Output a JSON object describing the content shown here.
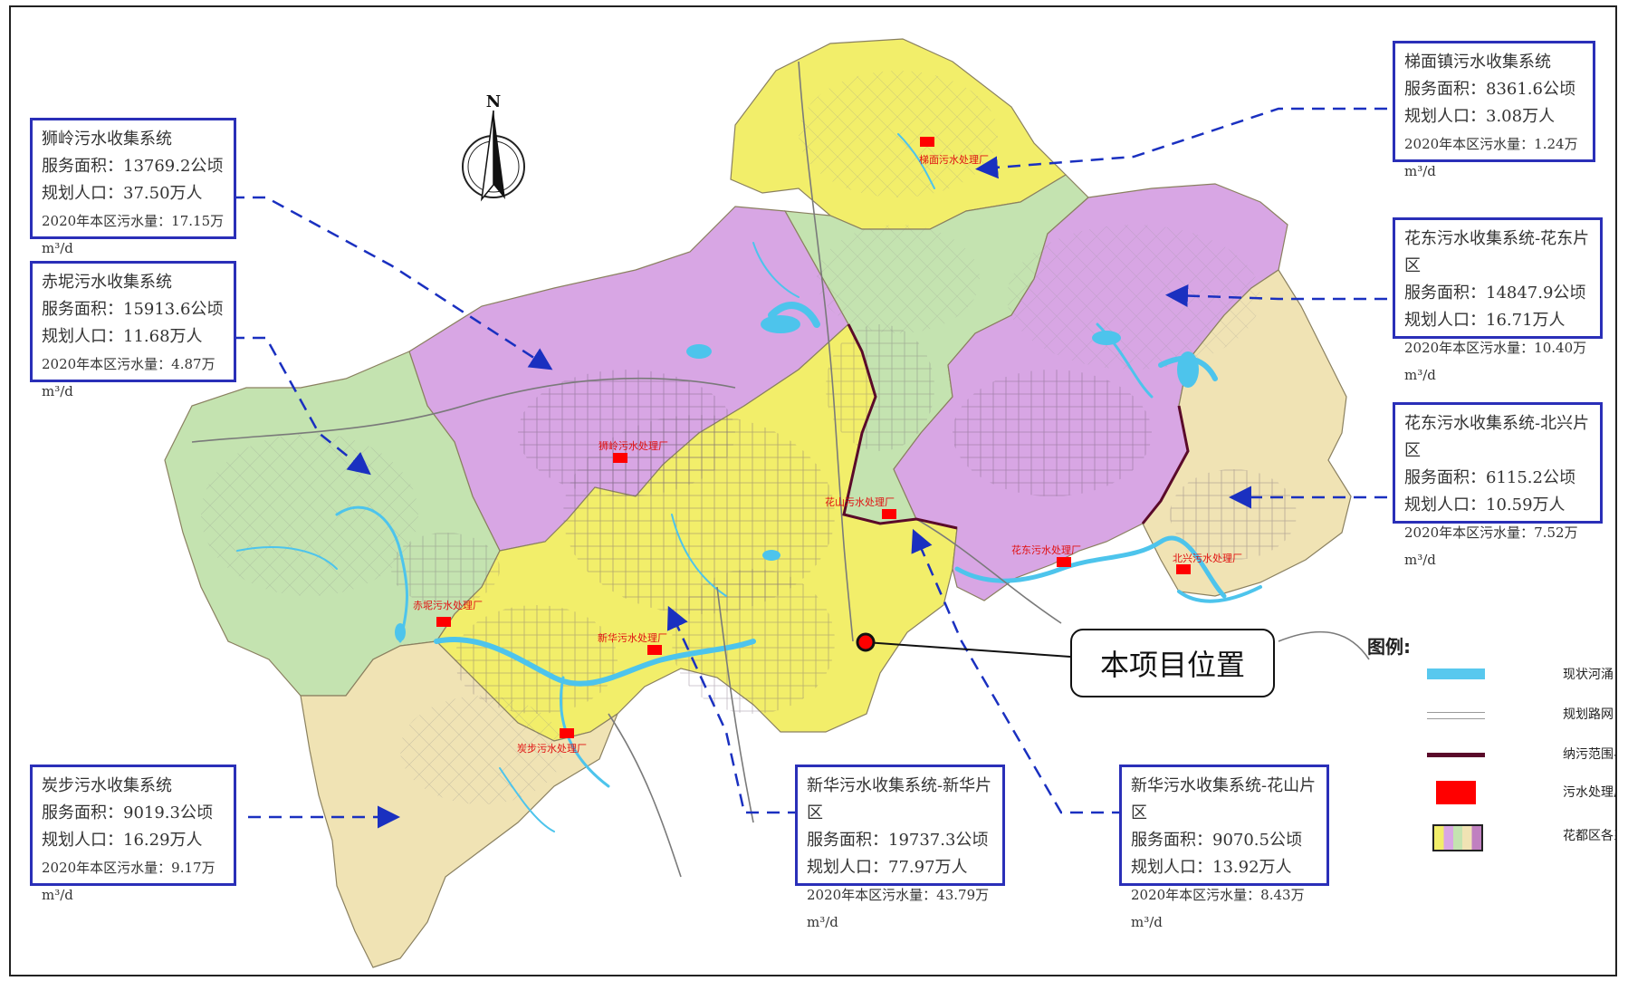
{
  "compass": {
    "north_label": "N"
  },
  "systems": [
    {
      "key": "shiling",
      "title": "狮岭污水收集系统",
      "area": "服务面积：13769.2公顷",
      "population": "规划人口：37.50万人",
      "sewage": "2020年本区污水量：17.15万m³/d"
    },
    {
      "key": "chini",
      "title": "赤坭污水收集系统",
      "area": "服务面积：15913.6公顷",
      "population": "规划人口：11.68万人",
      "sewage": "2020年本区污水量：4.87万m³/d"
    },
    {
      "key": "tanbu",
      "title": "炭步污水收集系统",
      "area": "服务面积：9019.3公顷",
      "population": "规划人口：16.29万人",
      "sewage": "2020年本区污水量：9.17万m³/d"
    },
    {
      "key": "timian",
      "title": "梯面镇污水收集系统",
      "area": "服务面积：8361.6公顷",
      "population": "规划人口：3.08万人",
      "sewage": "2020年本区污水量：1.24万m³/d"
    },
    {
      "key": "huadong",
      "title": "花东污水收集系统-花东片区",
      "area": "服务面积：14847.9公顷",
      "population": "规划人口：16.71万人",
      "sewage": "2020年本区污水量：10.40万m³/d"
    },
    {
      "key": "beixing",
      "title": "花东污水收集系统-北兴片区",
      "area": "服务面积：6115.2公顷",
      "population": "规划人口：10.59万人",
      "sewage": "2020年本区污水量：7.52万m³/d"
    },
    {
      "key": "xinhua",
      "title": "新华污水收集系统-新华片区",
      "area": "服务面积：19737.3公顷",
      "population": "规划人口：77.97万人",
      "sewage": "2020年本区污水量：43.79万m³/d"
    },
    {
      "key": "huashan",
      "title": "新华污水收集系统-花山片区",
      "area": "服务面积：9070.5公顷",
      "population": "规划人口：13.92万人",
      "sewage": "2020年本区污水量：8.43万m³/d"
    }
  ],
  "plants": [
    {
      "label": "梯面污水处理厂"
    },
    {
      "label": "狮岭污水处理厂"
    },
    {
      "label": "花山污水处理厂"
    },
    {
      "label": "花东污水处理厂"
    },
    {
      "label": "北兴污水处理厂"
    },
    {
      "label": "赤坭污水处理厂"
    },
    {
      "label": "新华污水处理厂"
    },
    {
      "label": "炭步污水处理厂"
    }
  ],
  "project": {
    "label": "本项目位置"
  },
  "legend": {
    "title": "图例:",
    "items": [
      {
        "label": "现状河涌",
        "color": "#58c8ee"
      },
      {
        "label": "规划路网",
        "color": "#9a9a9a"
      },
      {
        "label": "纳污范围界线",
        "color": "#5a0a2a"
      },
      {
        "label": "污水处理厂",
        "color": "#ff0000"
      },
      {
        "label": "花都区各系统纳污范围",
        "color": "#c080c0"
      }
    ]
  },
  "colors": {
    "yellow": "#f2ee6a",
    "green": "#c4e3b0",
    "purple": "#d8a6e4",
    "tan": "#f0e3b4",
    "frame_blue": "#2a2fb8",
    "arrow_blue": "#1a30c0"
  }
}
